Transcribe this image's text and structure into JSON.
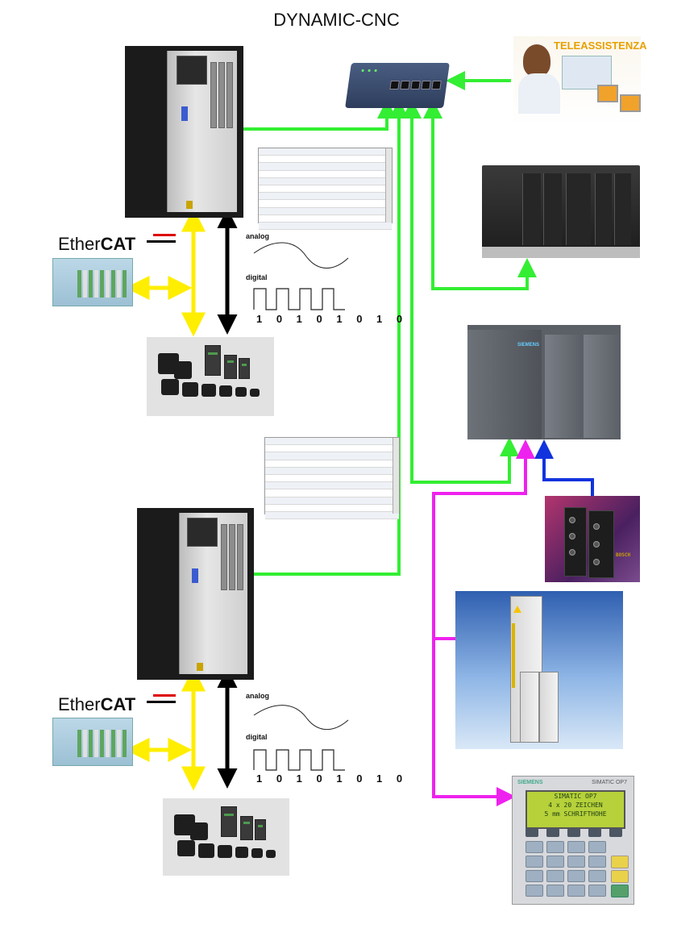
{
  "title": "DYNAMIC-CNC",
  "diagram": {
    "ethercat_logo": {
      "prefix": "Ether",
      "suffix": "CAT"
    },
    "signals": {
      "analog_label": "analog",
      "digital_label": "digital",
      "bits": "1 0 1 0 1 0 1 0"
    },
    "teleassistance": {
      "label": "TELEASSISTENZA"
    },
    "op7": {
      "brand": "SIEMENS",
      "model": "SIMATIC OP7",
      "display_line1": "SIMATIC OP7",
      "display_line2": "4 x 20 ZEICHEN",
      "display_line3": "5 mm SCHRIFTHOHE"
    },
    "ip_module_text": "BOSCH",
    "connection_colors": {
      "ethernet": "#33ee33",
      "ethercat": "#ffee00",
      "analog_digital": "#000000",
      "profibus": "#ee22ee",
      "io_link": "#1133dd"
    }
  }
}
